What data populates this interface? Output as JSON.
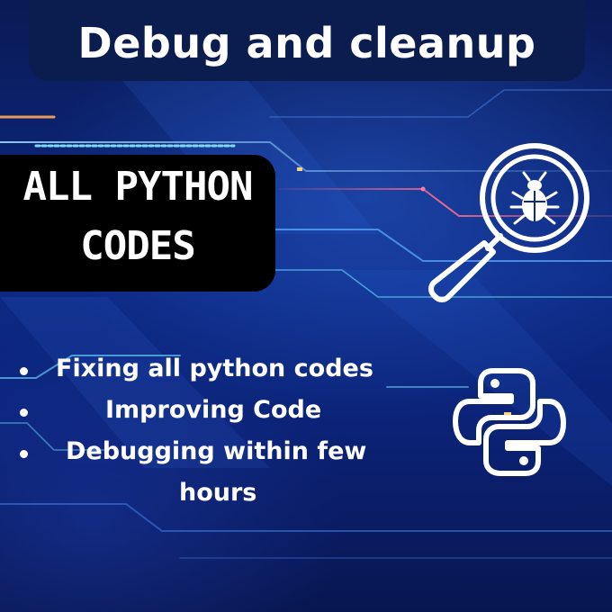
{
  "banner": {
    "title": "Debug and cleanup"
  },
  "callout": {
    "line1": "ALL PYTHON",
    "line2": "CODES"
  },
  "features": {
    "items": [
      "Fixing all python codes",
      "Improving Code",
      "Debugging within few",
      "hours"
    ]
  },
  "icons": {
    "search": "magnifier-bug-icon",
    "python": "python-logo-icon"
  },
  "colors": {
    "background": "#0c2a86",
    "title_bar": "#0b1c4f",
    "callout_bg": "#000000",
    "text": "#ffffff",
    "circuit_accent": "#ff5a7a",
    "circuit_cyan": "#6fe3ff"
  }
}
